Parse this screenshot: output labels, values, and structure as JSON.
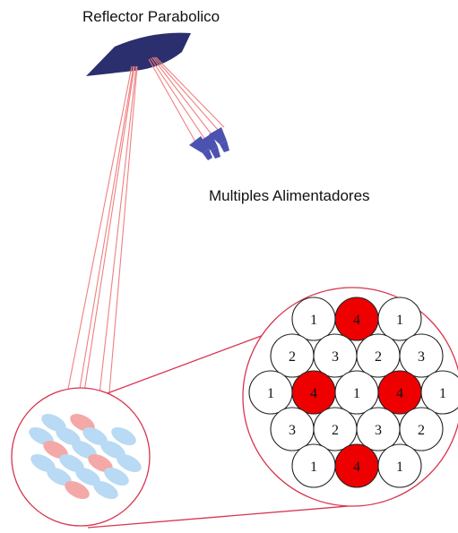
{
  "labels": {
    "reflector": "Reflector Parabolico",
    "feeds": "Multiples Alimentadores"
  },
  "colors": {
    "reflector_fill": "#2b2f6e",
    "feed_fill": "#4b52b0",
    "ray": "#f08080",
    "circle_outline": "#d8344f",
    "beam_blue": "#b8daf4",
    "beam_red": "#f4a8a8",
    "cell_highlight": "#ee0000",
    "cell_border": "#222222"
  },
  "cell_rows": [
    [
      "1",
      "4",
      "1"
    ],
    [
      "2",
      "3",
      "2",
      "3"
    ],
    [
      "1",
      "4",
      "1",
      "4",
      "1"
    ],
    [
      "3",
      "2",
      "3",
      "2"
    ],
    [
      "1",
      "4",
      "1"
    ]
  ],
  "highlighted_value": "4"
}
